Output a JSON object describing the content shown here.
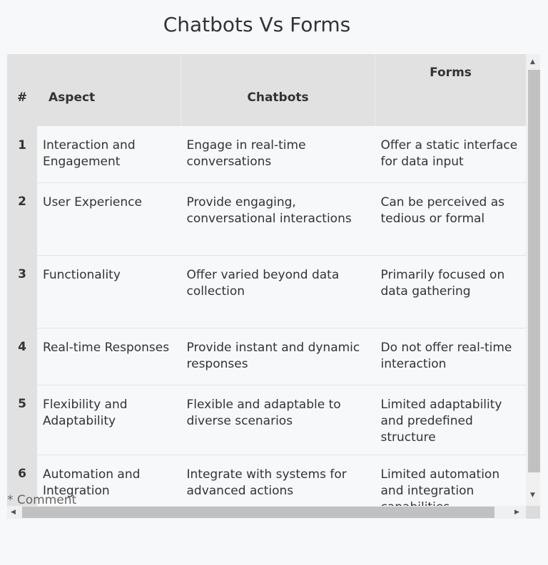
{
  "title": "Chatbots Vs Forms",
  "table": {
    "headers": [
      "#",
      "Aspect",
      "Chatbots",
      "Forms"
    ],
    "rows": [
      {
        "num": "1",
        "aspect": "Interaction and Engagement",
        "chatbots": "Engage in real-time conversations",
        "forms": "Offer a static interface for data input"
      },
      {
        "num": "2",
        "aspect": "User Experience",
        "chatbots": "Provide engaging, conversational interactions",
        "forms": "Can be perceived as tedious or formal"
      },
      {
        "num": "3",
        "aspect": "Functionality",
        "chatbots": "Offer varied beyond data collection",
        "forms": "Primarily focused on data gathering"
      },
      {
        "num": "4",
        "aspect": "Real-time Responses",
        "chatbots": "Provide instant and dynamic responses",
        "forms": "Do not offer real-time interaction"
      },
      {
        "num": "5",
        "aspect": "Flexibility and Adaptability",
        "chatbots": "Flexible and adaptable to diverse scenarios",
        "forms": "Limited adaptability and predefined structure"
      },
      {
        "num": "6",
        "aspect": "Automation and Integration",
        "chatbots": "Integrate with systems for advanced actions",
        "forms": "Limited automation and integration capabilities"
      }
    ]
  },
  "comment": "* Comment",
  "colors": {
    "header_bg": "#e1e1e1",
    "page_bg": "#f7f8fa",
    "scroll_thumb": "#c1c1c1"
  }
}
